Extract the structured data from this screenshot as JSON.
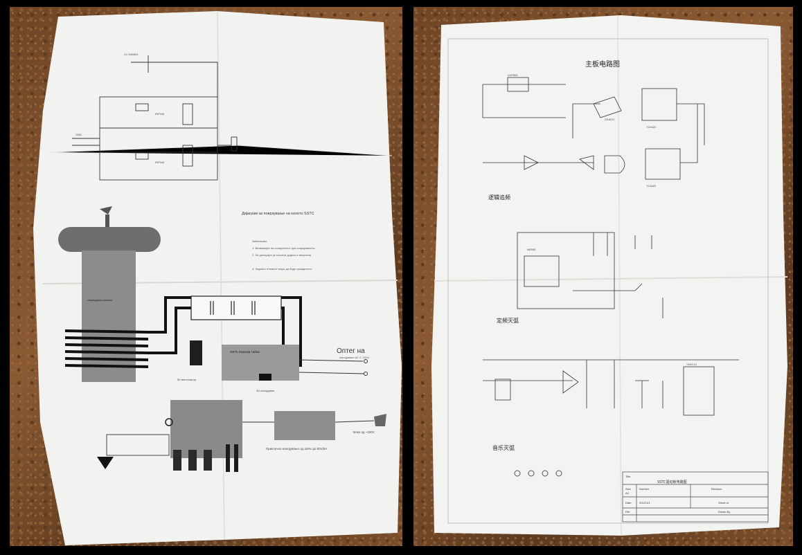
{
  "left_sheet": {
    "caption": "Дијаграм за поврзување на колото SSTC",
    "notes": [
      "Забелешки:",
      "1. Внимавајте на поларитетот при поврзувањето.",
      "2. Не допирајте ја плочата додека е вклучена.",
      "3. Ладниот елемент мора да биде прицврстен."
    ],
    "output_label": "Оптег на",
    "output_sub": "напојување AC 0~220V",
    "power_in": "Влез од ~220V",
    "supply_label": "Приклучно напојување од 220V до 50V/6A",
    "fan_label": "5V вентилатор",
    "plug_label": "3А осигурувач",
    "board_label": "SSTC возачка табла",
    "coil_label": "секундарна калема"
  },
  "right_sheet": {
    "main_title": "主板电路图",
    "section_logic": "逻辑追频",
    "section_fixed": "定频灭弧",
    "section_music": "音乐灭弧",
    "ic_labels": [
      "LM7805",
      "CD4011",
      "TC4422",
      "TC4422",
      "NE555",
      "74HC14"
    ],
    "title_block": {
      "title_label": "Title",
      "title_value": "SSTC驱动板电路图",
      "size_label": "Size",
      "size_value": "A4",
      "number_label": "Number",
      "revision_label": "Revision",
      "date_label": "Date",
      "date_value": "2012/1/1",
      "file_label": "File",
      "sheet_label": "Sheet of",
      "drawn_label": "Drawn By"
    }
  }
}
